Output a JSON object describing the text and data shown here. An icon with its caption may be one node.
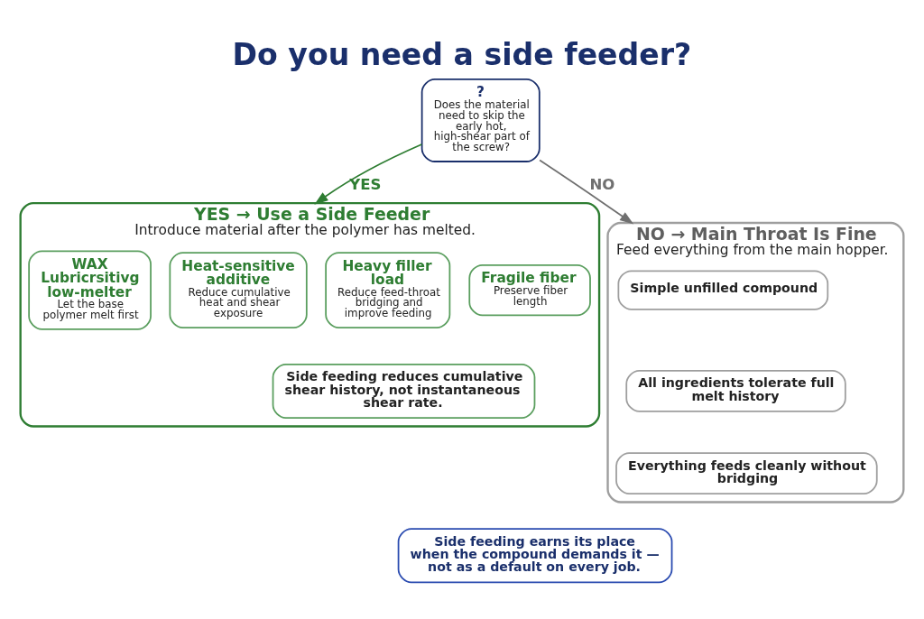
{
  "diagram": {
    "title": "Do you need a side feeder?",
    "nodes": [
      {
        "text": [
          "?",
          "Does the material need to skip the early hot, high-shear part of the screw?"
        ]
      },
      {
        "text": [
          "YES → Use a Side Feeder",
          "Introduce material after the polymer has melted."
        ]
      },
      {
        "text": [
          "Fragile fiber",
          "Preserve fiber length"
        ],
        "in": 1
      },
      {
        "text": [
          "Heavy filler load",
          "Reduce feed-throat bridging and improve feeding"
        ],
        "in": 1
      },
      {
        "text": [
          "Heat-sensitive additive",
          "Reduce cumulative heat and shear exposure"
        ],
        "in": 1
      },
      {
        "text": [
          "WAX",
          "Lubricrsitivg low-melter",
          "Let the base polymer melt first"
        ],
        "in": 1
      },
      {
        "text": [
          "Side feeding reduces cumulative shear history, not instantaneous shear rate."
        ],
        "in": 1
      },
      {
        "text": [
          "NO → Main Throat Is Fine",
          "Feed everything from the main hopper."
        ]
      },
      {
        "text": [
          "Simple unfilled compound"
        ],
        "in": 7
      },
      {
        "text": [
          "All ingredients tolerate full melt history"
        ],
        "in": 7
      },
      {
        "text": [
          "Everything feeds cleanly without bridging"
        ],
        "in": 7
      },
      {
        "text": [
          "Side feeding earns its place when the compound demands it — not as a default on every job."
        ]
      }
    ],
    "edges": [
      {
        "from": 0,
        "to": 1,
        "arrow": "to",
        "label": "YES",
        "color": "#2e7d32"
      },
      {
        "from": 0,
        "to": 7,
        "arrow": "to",
        "label": "NO",
        "color": "#707070"
      }
    ]
  }
}
